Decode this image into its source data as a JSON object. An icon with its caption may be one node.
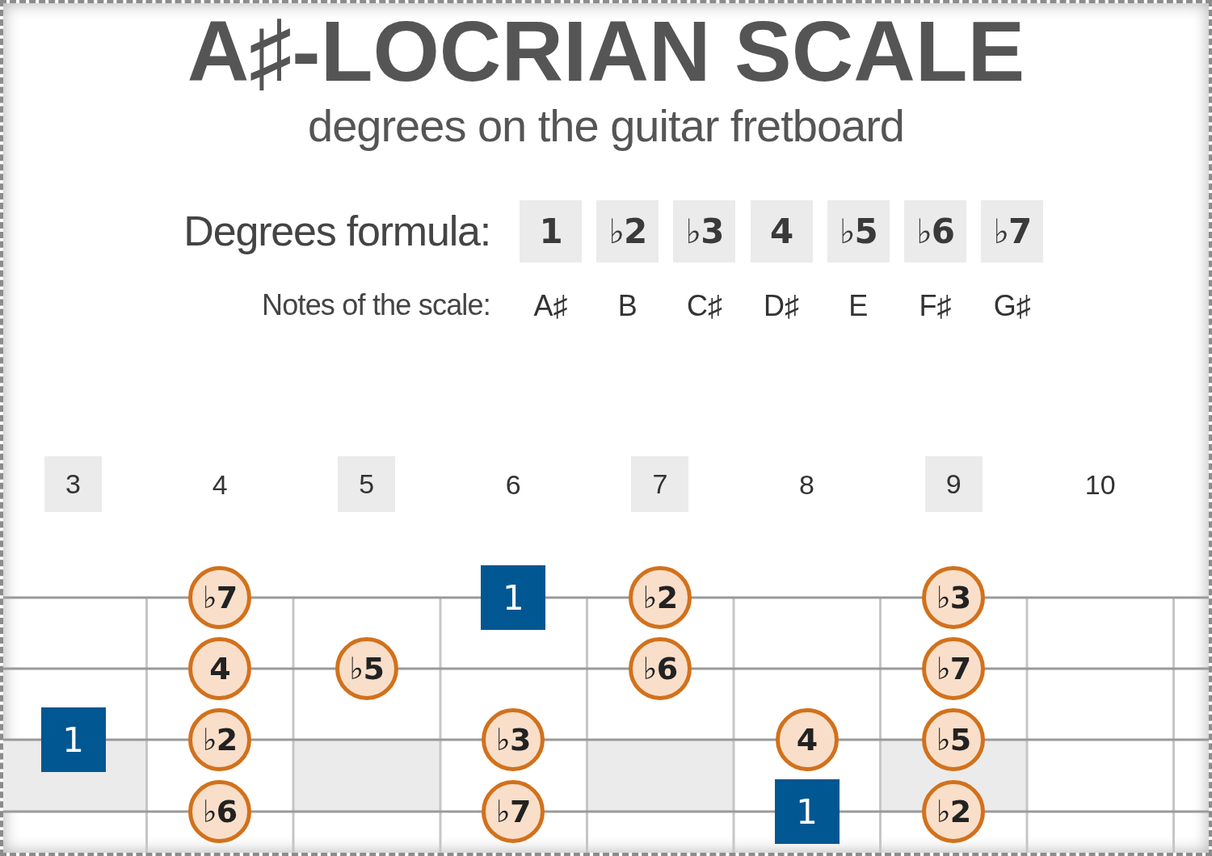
{
  "diagram": {
    "title": "A♯-LOCRIAN SCALE",
    "nodes": [
      {
        "text": [
          "1"
        ]
      },
      {
        "text": [
          "♭2"
        ]
      },
      {
        "text": [
          "♭3"
        ]
      },
      {
        "text": [
          "4"
        ]
      },
      {
        "text": [
          "♭5"
        ]
      },
      {
        "text": [
          "♭6"
        ]
      },
      {
        "text": [
          "♭7"
        ]
      },
      {
        "text": [
          "3"
        ]
      },
      {
        "text": [
          "5"
        ]
      },
      {
        "text": [
          "7"
        ]
      },
      {
        "text": [
          "9"
        ]
      },
      {
        "text": [
          "♭7"
        ]
      },
      {
        "text": [
          "1"
        ]
      },
      {
        "text": [
          "♭2"
        ]
      },
      {
        "text": [
          "♭3"
        ]
      },
      {
        "text": [
          "4"
        ]
      },
      {
        "text": [
          "♭5"
        ]
      },
      {
        "text": [
          "♭6"
        ]
      },
      {
        "text": [
          "♭7"
        ]
      },
      {
        "text": [
          "1"
        ]
      },
      {
        "text": [
          "♭2"
        ]
      },
      {
        "text": [
          "♭3"
        ]
      },
      {
        "text": [
          "4"
        ]
      },
      {
        "text": [
          "♭5"
        ]
      },
      {
        "text": [
          "♭6"
        ]
      },
      {
        "text": [
          "♭7"
        ]
      },
      {
        "text": [
          "1"
        ]
      },
      {
        "text": [
          "♭2"
        ]
      }
    ],
    "labels": [
      "degrees on the guitar fretboard",
      "Degrees formula:",
      "Notes of the scale:",
      "A♯",
      "B",
      "C♯",
      "D♯",
      "E",
      "F♯",
      "G♯",
      "4",
      "6",
      "8",
      "10"
    ]
  }
}
